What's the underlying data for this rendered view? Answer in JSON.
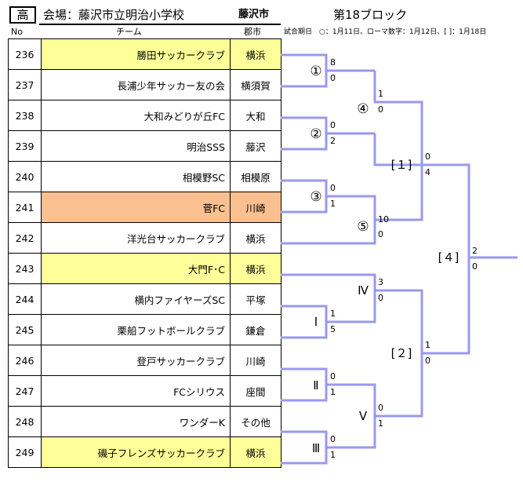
{
  "header": {
    "division": "高",
    "venue": "会場：藤沢市立明治小学校",
    "city": "藤沢市",
    "block": "第18ブロック",
    "date_note": "試合期日　○：1月11日、ローマ数字：1月12日、[ ]：1月18日"
  },
  "columns": {
    "no": "No",
    "team": "チーム",
    "city": "郡市"
  },
  "teams": [
    {
      "no": "236",
      "name": "勝田サッカークラブ",
      "city": "横浜",
      "highlight": "yellow"
    },
    {
      "no": "237",
      "name": "長浦少年サッカー友の会",
      "city": "横須賀",
      "highlight": "none"
    },
    {
      "no": "238",
      "name": "大和みどりが丘FC",
      "city": "大和",
      "highlight": "none"
    },
    {
      "no": "239",
      "name": "明治SSS",
      "city": "藤沢",
      "highlight": "none"
    },
    {
      "no": "240",
      "name": "相模野SC",
      "city": "相模原",
      "highlight": "none"
    },
    {
      "no": "241",
      "name": "菅FC",
      "city": "川崎",
      "highlight": "orange"
    },
    {
      "no": "242",
      "name": "洋光台サッカークラブ",
      "city": "横浜",
      "highlight": "none"
    },
    {
      "no": "243",
      "name": "大門F･C",
      "city": "横浜",
      "highlight": "yellow"
    },
    {
      "no": "244",
      "name": "横内ファイヤーズSC",
      "city": "平塚",
      "highlight": "none"
    },
    {
      "no": "245",
      "name": "栗船フットボールクラブ",
      "city": "鎌倉",
      "highlight": "none"
    },
    {
      "no": "246",
      "name": "登戸サッカークラブ",
      "city": "川崎",
      "highlight": "none"
    },
    {
      "no": "247",
      "name": "FCシリウス",
      "city": "座間",
      "highlight": "none"
    },
    {
      "no": "248",
      "name": "ワンダーK",
      "city": "その他",
      "highlight": "none"
    },
    {
      "no": "249",
      "name": "磯子フレンズサッカークラブ",
      "city": "横浜",
      "highlight": "yellow"
    }
  ],
  "matches": [
    {
      "label": "①",
      "score_top": "8",
      "score_bottom": "0"
    },
    {
      "label": "②",
      "score_top": "0",
      "score_bottom": "2"
    },
    {
      "label": "③",
      "score_top": "0",
      "score_bottom": "1"
    },
    {
      "label": "④",
      "score_top": "1",
      "score_bottom": "0"
    },
    {
      "label": "⑤",
      "score_top": "10",
      "score_bottom": "0"
    },
    {
      "label": "[１]",
      "score_top": "0",
      "score_bottom": "4"
    },
    {
      "label": "Ⅰ",
      "score_top": "1",
      "score_bottom": "5"
    },
    {
      "label": "Ⅱ",
      "score_top": "0",
      "score_bottom": "1"
    },
    {
      "label": "Ⅲ",
      "score_top": "0",
      "score_bottom": "1"
    },
    {
      "label": "Ⅳ",
      "score_top": "3",
      "score_bottom": "0"
    },
    {
      "label": "Ⅴ",
      "score_top": "0",
      "score_bottom": "1"
    },
    {
      "label": "[２]",
      "score_top": "1",
      "score_bottom": "0"
    },
    {
      "label": "[４]",
      "score_top": "2",
      "score_bottom": "0"
    }
  ],
  "colors": {
    "bracket_line": "#9999ee",
    "yellow": "#ffff99",
    "orange": "#fac090"
  }
}
